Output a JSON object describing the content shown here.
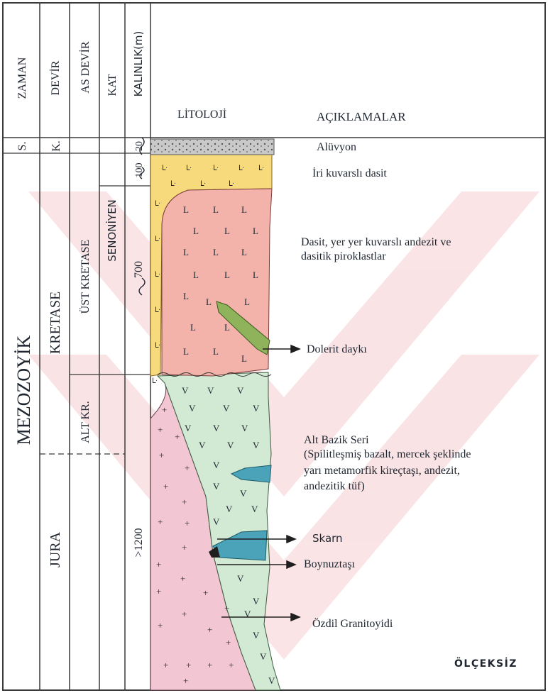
{
  "headers": {
    "zaman": "ZAMAN",
    "devir": "DEVİR",
    "as_devir": "AS DEVİR",
    "kat": "KAT",
    "kalinlik": "KALINLIK(m)",
    "litoloji": "LİTOLOJİ",
    "aciklamalar": "AÇIKLAMALAR"
  },
  "zaman": {
    "s": "S.",
    "mezozoyik": "MEZOZOYİK"
  },
  "devir": {
    "k": "K.",
    "kretase": "KRETASE",
    "jura": "JURA"
  },
  "as_devir": {
    "ust_kretase": "ÜST KRETASE",
    "alt_kr": "ALT KR."
  },
  "kat": {
    "senoniyen": "SENONİYEN"
  },
  "kalinlik": {
    "t20": "20",
    "t100": "100",
    "t700": "700",
    "t1200": ">1200"
  },
  "units": {
    "aluvyon": "Alüvyon",
    "iri_dasit": "İri kuvarslı dasit",
    "dasit_line1": "Dasit, yer yer kuvarslı andezit  ve",
    "dasit_line2": "dasitik piroklastlar",
    "dolerit": "Dolerit daykı",
    "alt_bazik_line1": "Alt Bazik Seri",
    "alt_bazik_line2": "(Spilitleşmiş bazalt, mercek şeklinde",
    "alt_bazik_line3": "yarı metamorfik kireçtaşı, andezit,",
    "alt_bazik_line4": "andezitik tüf)",
    "skarn": "Skarn",
    "boynuztasi": "Boynuztaşı",
    "granitoyid": "Özdil Granitoyidi"
  },
  "scale_note": "ÖLÇEKSİZ",
  "colors": {
    "alluvium": "#c9c9c9",
    "dacite_yellow": "#f6da7c",
    "dacite_pink": "#f3b3aa",
    "dolerite": "#8fb35a",
    "basic_series": "#d2e9d4",
    "limestone": "#4aa3b8",
    "granitoid": "#f2c6d2",
    "ink": "#1f2630"
  }
}
